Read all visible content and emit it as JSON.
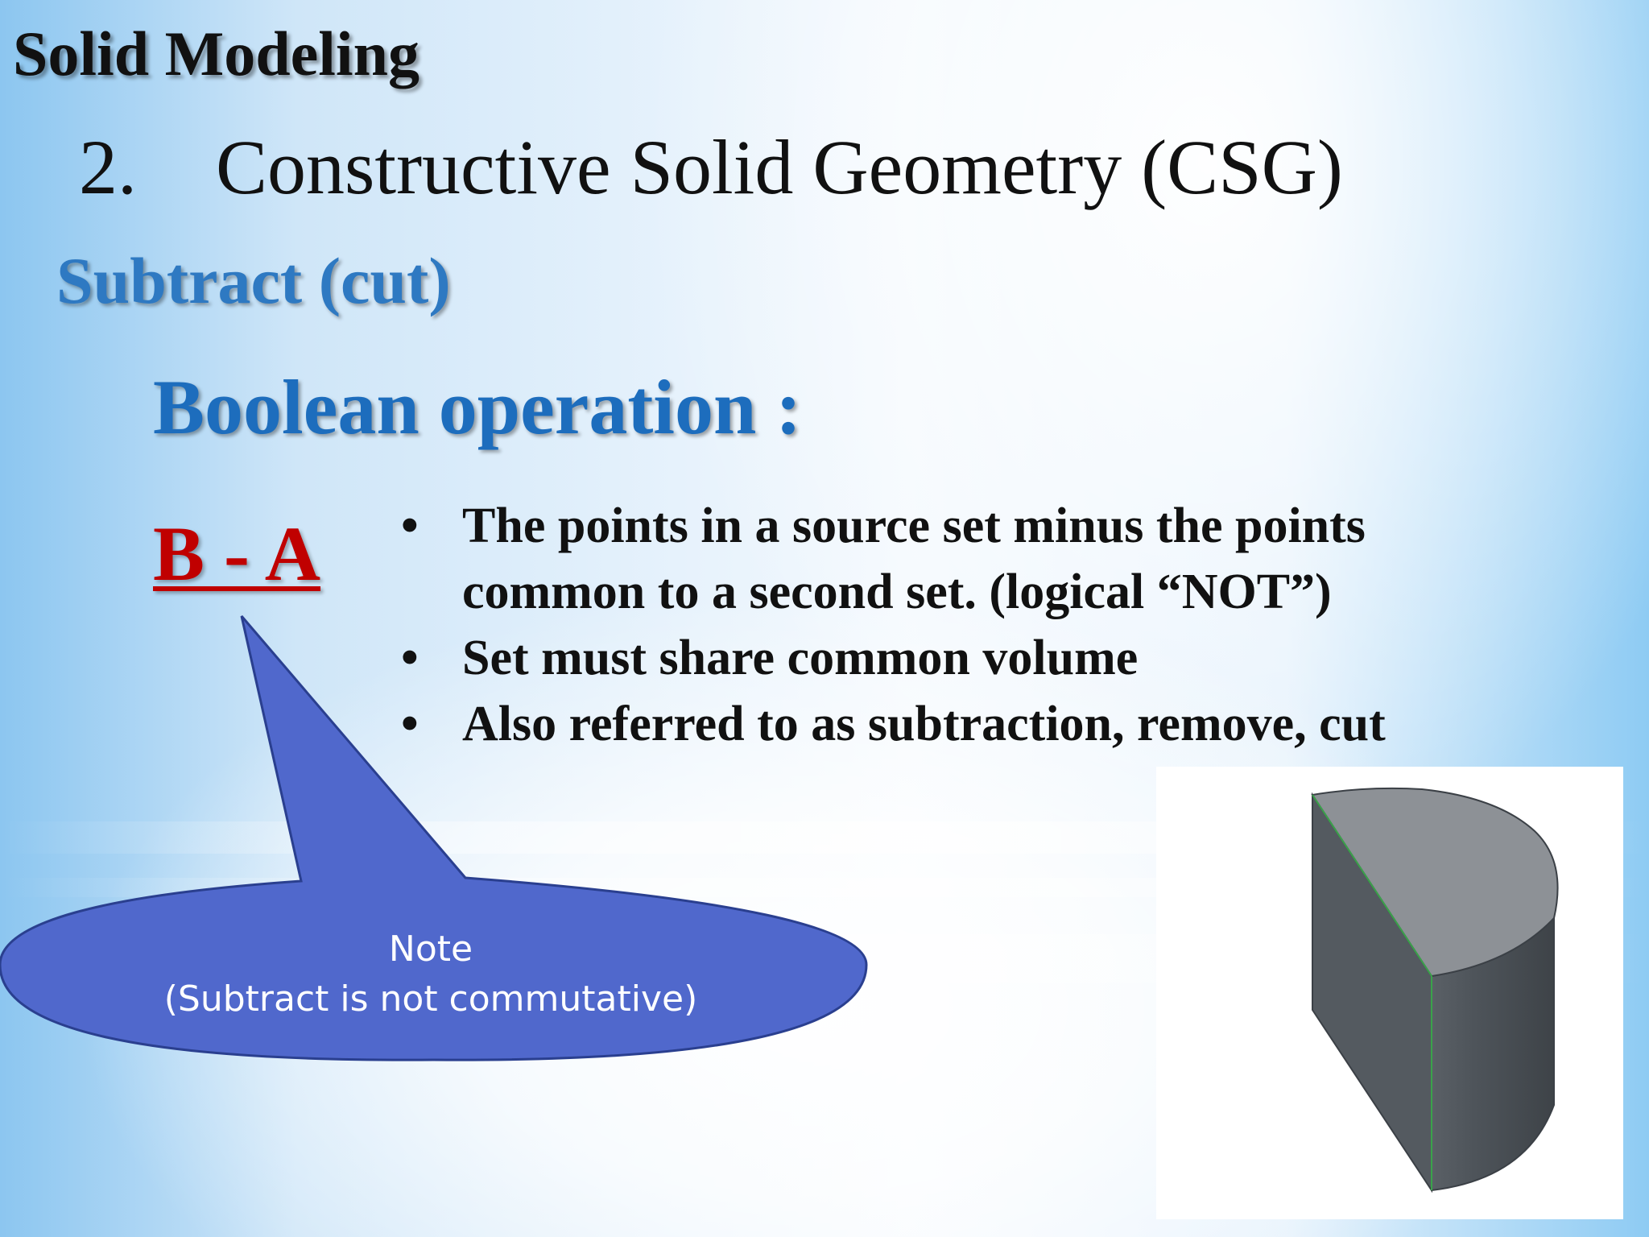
{
  "slide": {
    "section_title": "Solid Modeling",
    "heading_number": "2.",
    "heading_text": "Constructive Solid Geometry (CSG)",
    "subtitle": "Subtract (cut)",
    "boolean_heading": "Boolean operation :",
    "expression": "B - A",
    "bullet_symbol": "•",
    "bullets": [
      {
        "text": "The points in a source set minus the points common to a second set. (logical “NOT”)"
      },
      {
        "text": "Set must share common volume"
      },
      {
        "text": "Also referred to as subtraction, remove, cut"
      }
    ],
    "callout": {
      "line1": "Note",
      "line2": "(Subtract is not commutative)",
      "fill_color": "#5068cc"
    },
    "colors": {
      "subtitle": "#2e79c2",
      "boolean_heading": "#1d6dbd",
      "expression": "#c00000"
    },
    "figure": {
      "name": "half-cylinder-solid"
    }
  }
}
